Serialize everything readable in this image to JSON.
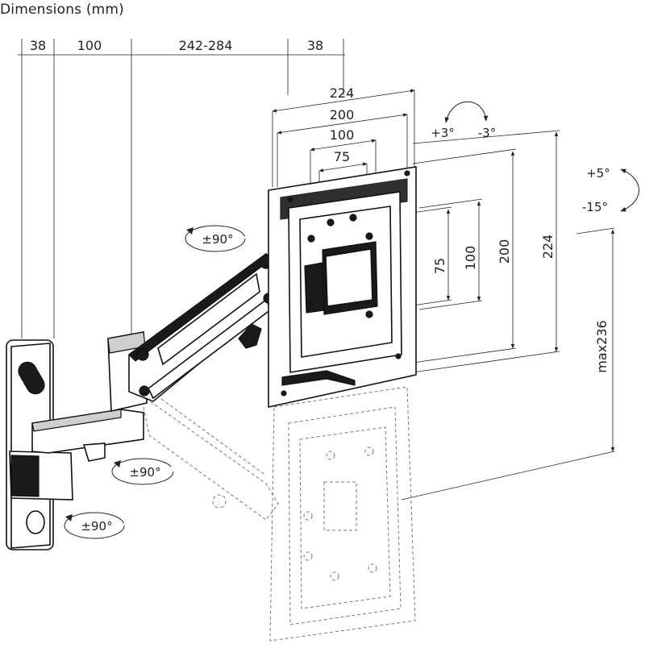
{
  "title": "Dimensions (mm)",
  "top_dimensions": [
    "38",
    "100",
    "242-284",
    "38"
  ],
  "plate_width_dims": [
    "224",
    "200",
    "100",
    "75"
  ],
  "plate_height_dims": [
    "75",
    "100",
    "200",
    "224"
  ],
  "max_drop": "max236",
  "tilt": {
    "plus": "+5°",
    "minus": "-15°"
  },
  "swivel": {
    "plus": "+3°",
    "minus": "-3°"
  },
  "rotations": [
    "±90°",
    "±90°",
    "±90°"
  ]
}
